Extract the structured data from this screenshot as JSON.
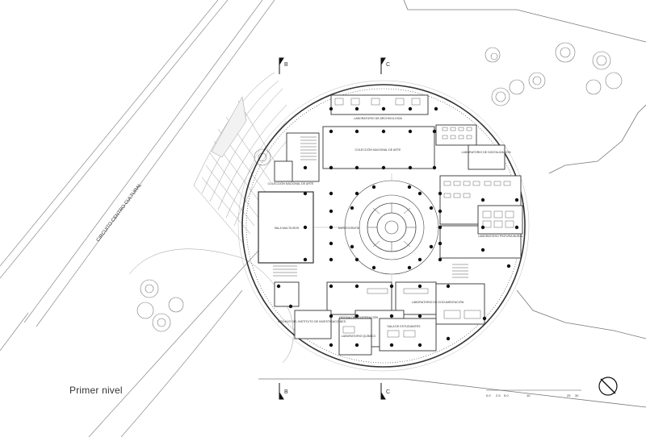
{
  "drawing": {
    "title": "Primer nivel",
    "road_label": "CIRCUITO CENTRO CULTURAL",
    "section_markers": [
      "B",
      "C",
      "B",
      "C"
    ],
    "scale_labels": [
      "0.0",
      "2.5",
      "5.0",
      "10",
      "25",
      "30"
    ],
    "rooms": {
      "lab_archive_top": "LABORATORIO DE ARCHIVOLOGÍA",
      "collection": "COLECCIÓN NACIONAL DE ARTE",
      "collection_access": "COLECCIÓN NACIONAL DE ARTE",
      "multi_room": "SALA MULTIUSOS",
      "museography": "MUSEOGRAFÍA",
      "lab_painting": "LABORATORIO PINTURA MURAL",
      "lab_restoration": "LABORATORIO DE DOCUMENTACIÓN",
      "lab_digital": "LABORATORIO DE DIGITALIZACIÓN",
      "students_room": "SALA DE ESTUDIANTES",
      "cooperation": "OFICINA DE COOPERACIÓN",
      "lab_chem": "LABORATORIO QUÍMICO",
      "archive": "ARCHIVO DEL INSTITUTO DE INVESTIGACIONES"
    },
    "colors": {
      "line": "#4a4a4a",
      "light_line": "#9a9a9a",
      "fill": "#e8e8e8",
      "dark": "#222222"
    }
  }
}
